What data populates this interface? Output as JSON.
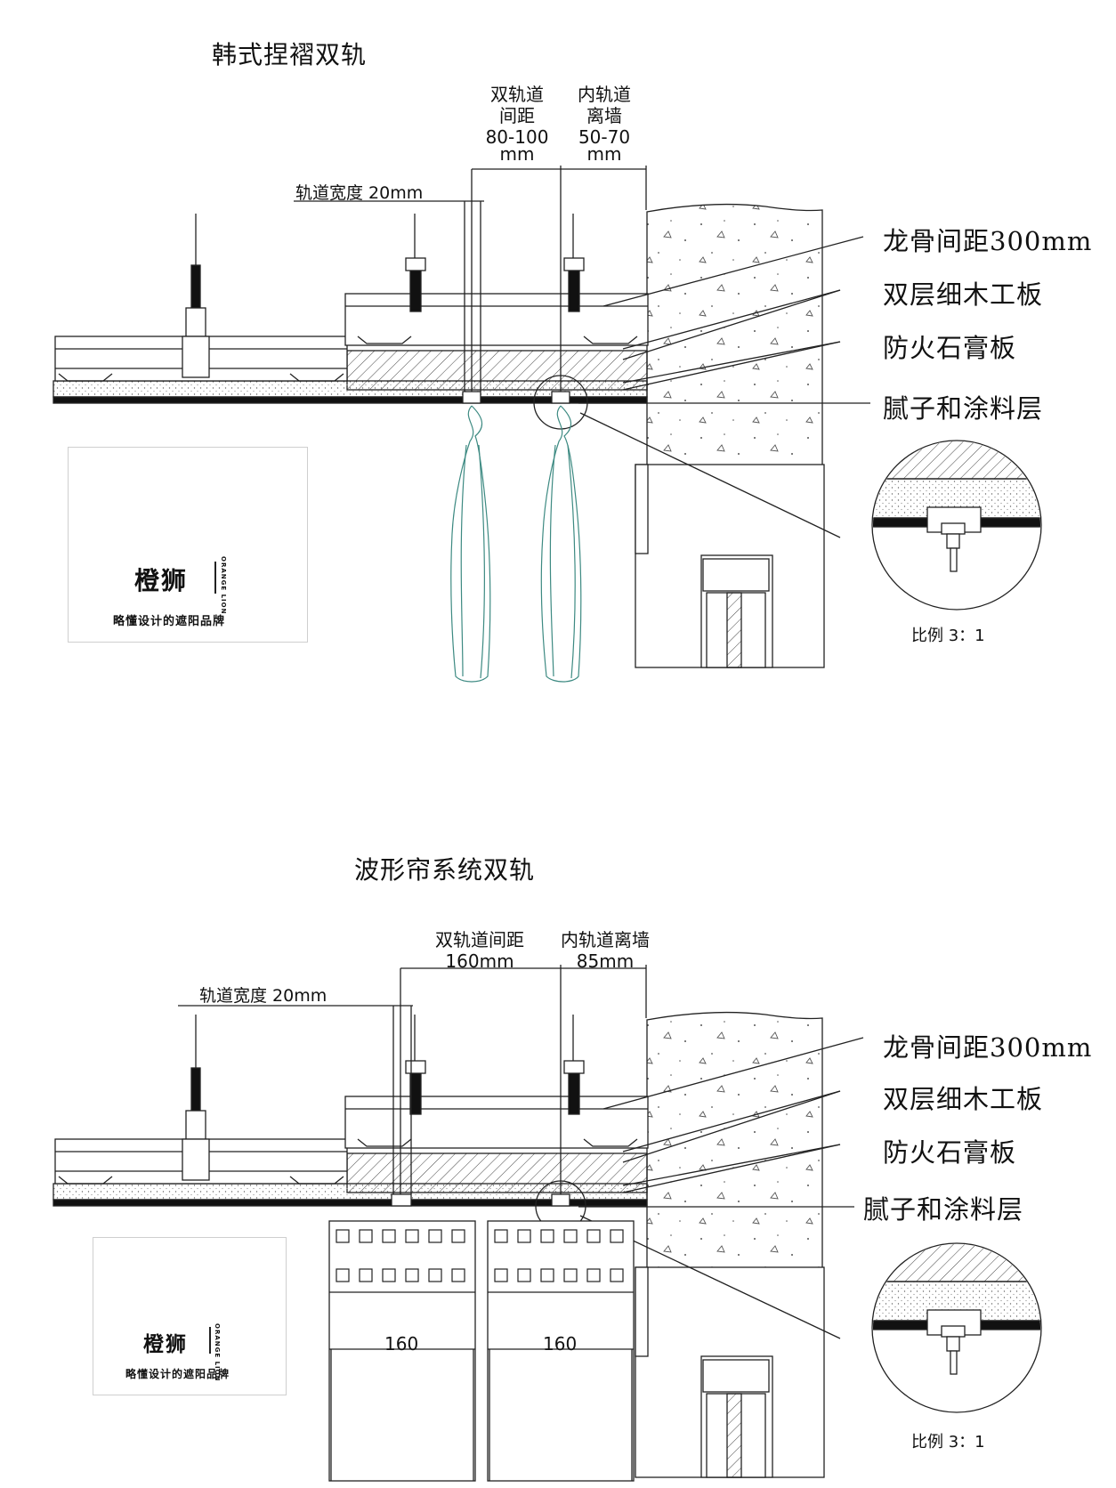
{
  "diagrams": [
    {
      "title": "韩式捏褶双轨",
      "dim_spacing": [
        "双轨道",
        "间距",
        "80-100",
        "mm"
      ],
      "dim_wall": [
        "内轨道",
        "离墙",
        "50-70",
        "mm"
      ],
      "track_width": "轨道宽度 20mm",
      "callouts": [
        "龙骨间距300mm",
        "双层细木工板",
        "防火石膏板",
        "腻子和涂料层"
      ],
      "scale": "比例 3：1"
    },
    {
      "title": "波形帘系统双轨",
      "dim_spacing": [
        "双轨道间距",
        "160mm"
      ],
      "dim_wall": [
        "内轨道离墙",
        "85mm"
      ],
      "track_width": "轨道宽度 20mm",
      "callouts": [
        "龙骨间距300mm",
        "双层细木工板",
        "防火石膏板",
        "腻子和涂料层"
      ],
      "panel_labels": [
        "160",
        "160"
      ],
      "scale": "比例 3：1"
    }
  ],
  "logo": {
    "name": "橙狮",
    "english": "ORANGE LION",
    "slogan": "略懂设计的遮阳品牌"
  },
  "colors": {
    "line": "#222222",
    "curtain": "#3d8a82",
    "concrete": "#f4f4f4"
  }
}
